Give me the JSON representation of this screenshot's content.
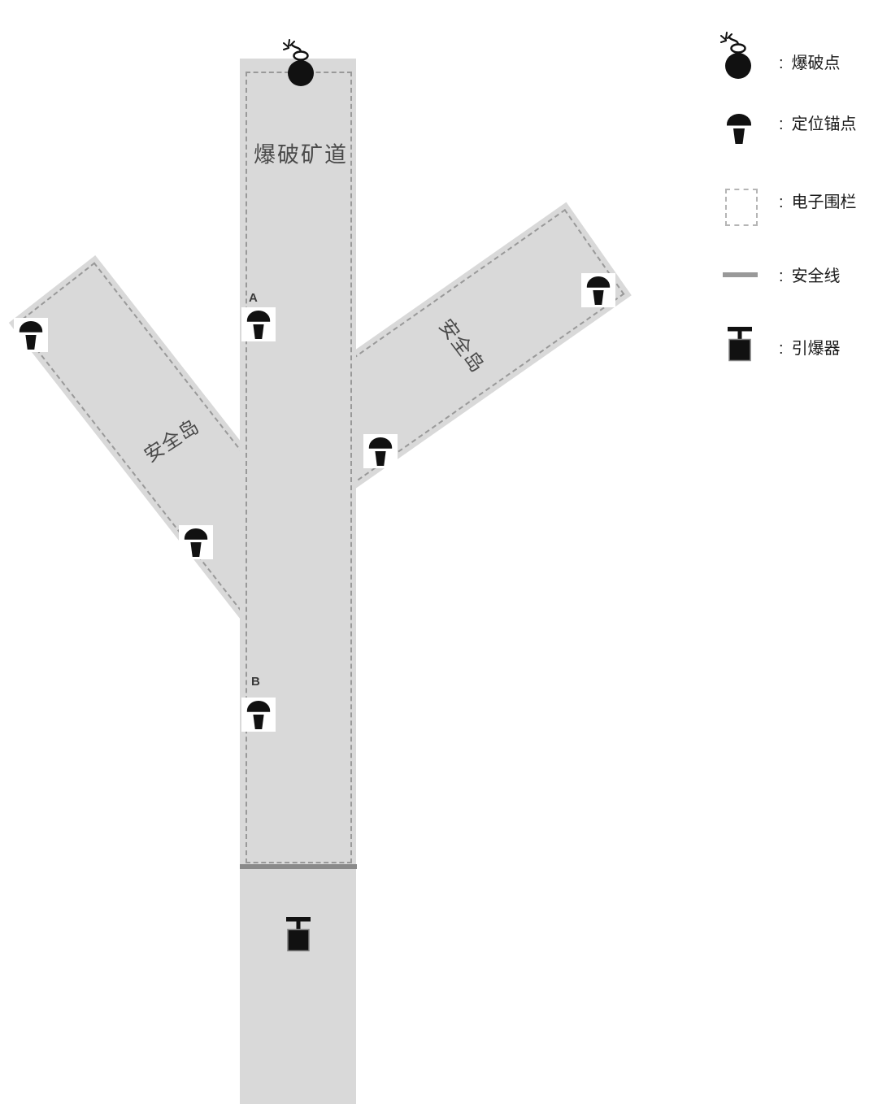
{
  "diagram": {
    "tunnel_label": "爆破矿道",
    "left_island_label": "安全岛",
    "right_island_label": "安全岛",
    "anchor_labels": {
      "a": "A",
      "b": "B"
    }
  },
  "legend": {
    "items": [
      {
        "icon": "bomb-icon",
        "separator": ":",
        "label": "爆破点"
      },
      {
        "icon": "anchor-icon",
        "separator": ":",
        "label": "定位锚点"
      },
      {
        "icon": "fence-icon",
        "separator": ":",
        "label": "电子围栏"
      },
      {
        "icon": "safety-line-icon",
        "separator": ":",
        "label": "安全线"
      },
      {
        "icon": "detonator-icon",
        "separator": ":",
        "label": "引爆器"
      }
    ]
  },
  "colors": {
    "tunnel_fill": "#d9d9d9",
    "fence_dash": "#999999",
    "legend_fence_dash": "#b5b5b5",
    "safety_line": "#8a8a8a",
    "icon_ink": "#111111",
    "label_ink": "#4a4a4a",
    "legend_text_ink": "#1a1a1a"
  }
}
